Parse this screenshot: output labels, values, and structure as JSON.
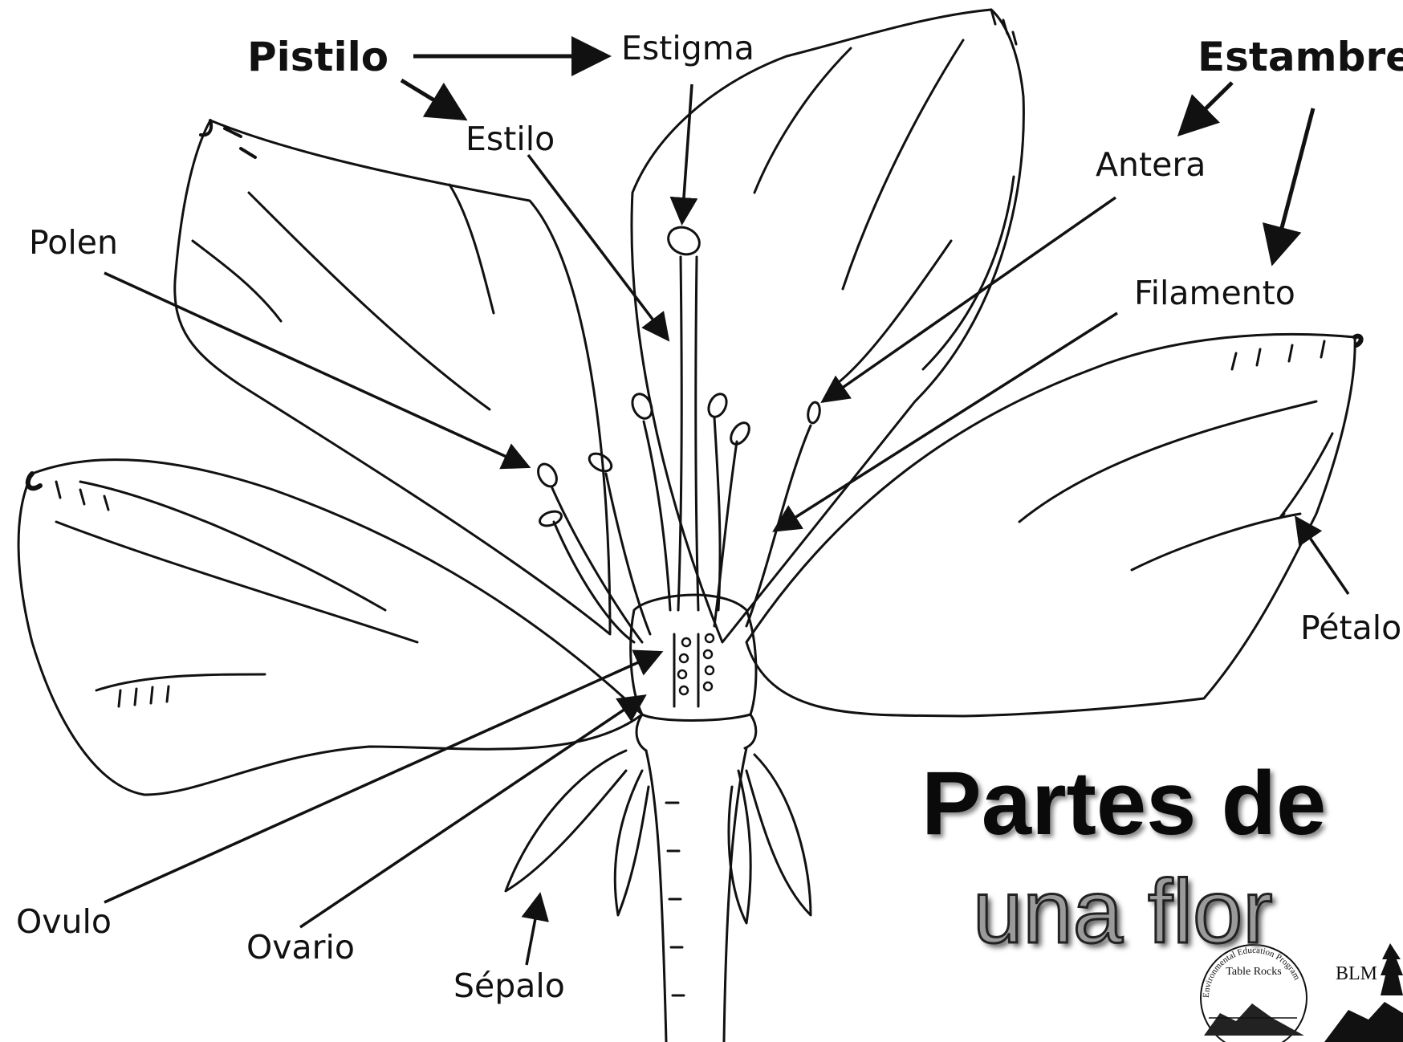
{
  "title": {
    "line1": "Partes de",
    "line2": "una flor"
  },
  "labels": {
    "pistilo": "Pistilo",
    "estambre": "Estambre",
    "estigma": "Estigma",
    "estilo": "Estilo",
    "antera": "Antera",
    "filamento": "Filamento",
    "polen": "Polen",
    "petalo": "Pétalo",
    "ovulo": "Ovulo",
    "ovario": "Ovario",
    "sepalo": "Sépalo"
  },
  "logos": {
    "eep_ring": "Environmental Education Program",
    "eep_center": "Table Rocks",
    "blm": "BLM"
  }
}
